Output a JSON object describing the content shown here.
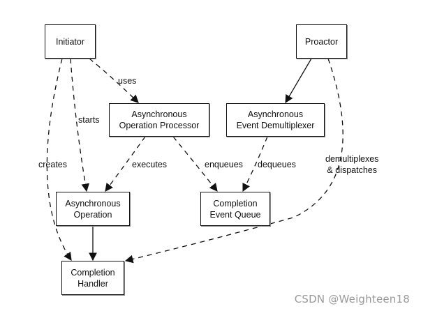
{
  "diagram": {
    "title": "Proactor pattern participants",
    "nodes": [
      {
        "id": "initiator",
        "label": "Initiator"
      },
      {
        "id": "proactor",
        "label": "Proactor"
      },
      {
        "id": "aop",
        "label": "Asynchronous\nOperation Processor"
      },
      {
        "id": "aed",
        "label": "Asynchronous\nEvent Demultiplexer"
      },
      {
        "id": "aop_op",
        "label": "Asynchronous\nOperation"
      },
      {
        "id": "ceq",
        "label": "Completion\nEvent Queue"
      },
      {
        "id": "ch",
        "label": "Completion\nHandler"
      }
    ],
    "edges": [
      {
        "id": "uses",
        "from": "initiator",
        "to": "aop",
        "label": "uses",
        "style": "dashed"
      },
      {
        "id": "starts",
        "from": "initiator",
        "to": "aop_op",
        "label": "starts",
        "style": "dashed"
      },
      {
        "id": "creates",
        "from": "initiator",
        "to": "ch",
        "label": "creates",
        "style": "dashed"
      },
      {
        "id": "executes",
        "from": "aop",
        "to": "aop_op",
        "label": "executes",
        "style": "dashed"
      },
      {
        "id": "enqueues",
        "from": "aop",
        "to": "ceq",
        "label": "enqueues",
        "style": "dashed"
      },
      {
        "id": "proactor-aed",
        "from": "proactor",
        "to": "aed",
        "label": "",
        "style": "solid"
      },
      {
        "id": "dequeues",
        "from": "aed",
        "to": "ceq",
        "label": "dequeues",
        "style": "dashed"
      },
      {
        "id": "dispatches",
        "from": "proactor",
        "to": "ch",
        "label": "demultiplexes\n& dispatches",
        "style": "dashed"
      },
      {
        "id": "aop_op-ch",
        "from": "aop_op",
        "to": "ch",
        "label": "",
        "style": "solid"
      }
    ]
  },
  "watermark": "CSDN @Weighteen18"
}
